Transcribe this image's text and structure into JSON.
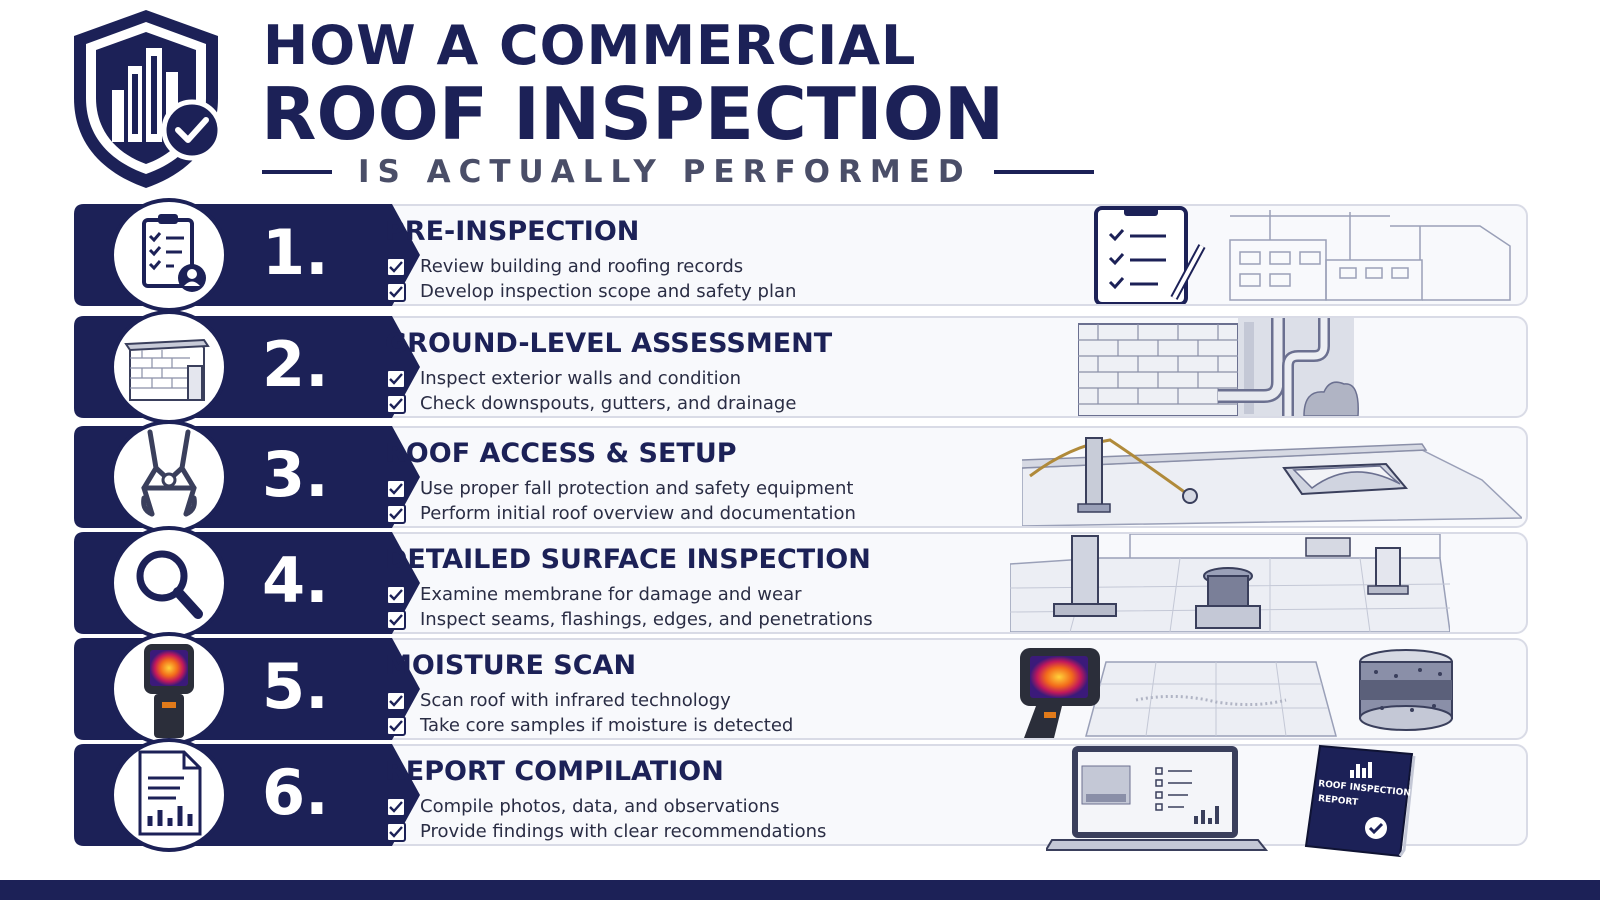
{
  "header": {
    "title_line1": "HOW A COMMERCIAL",
    "title_line2": "ROOF INSPECTION",
    "subtitle": "IS ACTUALLY PERFORMED"
  },
  "colors": {
    "navy": "#1c2157",
    "light": "#f8f9fc",
    "border": "#d9dbe6"
  },
  "steps": [
    {
      "number": "1.",
      "title": "PRE-INSPECTION",
      "icon": "clipboard-person-icon",
      "bullets": [
        "Review building and roofing records",
        "Develop inspection scope and safety plan"
      ],
      "illustration": "clipboard-building-sketch"
    },
    {
      "number": "2.",
      "title": "GROUND-LEVEL ASSESSMENT",
      "icon": "brick-building-icon",
      "bullets": [
        "Inspect exterior walls and condition",
        "Check downspouts, gutters, and drainage"
      ],
      "illustration": "wall-downspout-sketch"
    },
    {
      "number": "3.",
      "title": "ROOF ACCESS & SETUP",
      "icon": "safety-harness-icon",
      "bullets": [
        "Use proper fall protection and safety equipment",
        "Perform initial roof overview and documentation"
      ],
      "illustration": "roof-anchor-skylight-sketch"
    },
    {
      "number": "4.",
      "title": "DETAILED SURFACE INSPECTION",
      "icon": "magnifying-glass-icon",
      "bullets": [
        "Examine membrane for damage and wear",
        "Inspect seams, flashings, edges, and penetrations"
      ],
      "illustration": "roof-penetrations-sketch"
    },
    {
      "number": "5.",
      "title": "MOISTURE SCAN",
      "icon": "thermal-camera-icon",
      "bullets": [
        "Scan roof with infrared technology",
        "Take core samples if moisture is detected"
      ],
      "illustration": "thermal-camera-core-sample-sketch"
    },
    {
      "number": "6.",
      "title": "REPORT COMPILATION",
      "icon": "report-document-icon",
      "bullets": [
        "Compile photos, data, and observations",
        "Provide findings with clear recommendations"
      ],
      "illustration": "laptop-report-book-sketch",
      "book_label_line1": "ROOF INSPECTION",
      "book_label_line2": "REPORT"
    }
  ]
}
